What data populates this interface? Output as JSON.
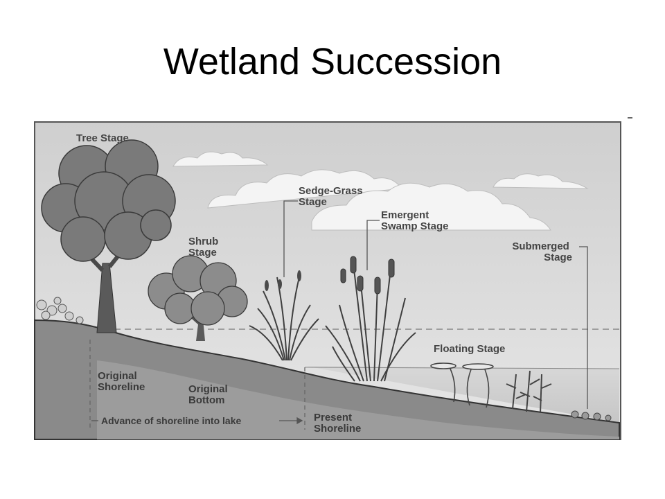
{
  "title": "Wetland Succession",
  "labels": {
    "tree_stage": "Tree Stage",
    "shrub_stage": [
      "Shrub",
      "Stage"
    ],
    "sedge_grass_stage": [
      "Sedge-Grass",
      "Stage"
    ],
    "emergent_swamp_stage": [
      "Emergent",
      "Swamp Stage"
    ],
    "submerged_stage": [
      "Submerged",
      "Stage"
    ],
    "floating_stage": "Floating Stage",
    "original_shoreline": [
      "Original",
      "Shoreline"
    ],
    "original_bottom": [
      "Original",
      "Bottom"
    ],
    "present_shoreline": [
      "Present",
      "Shoreline"
    ],
    "advance": "Advance of shoreline into lake"
  }
}
